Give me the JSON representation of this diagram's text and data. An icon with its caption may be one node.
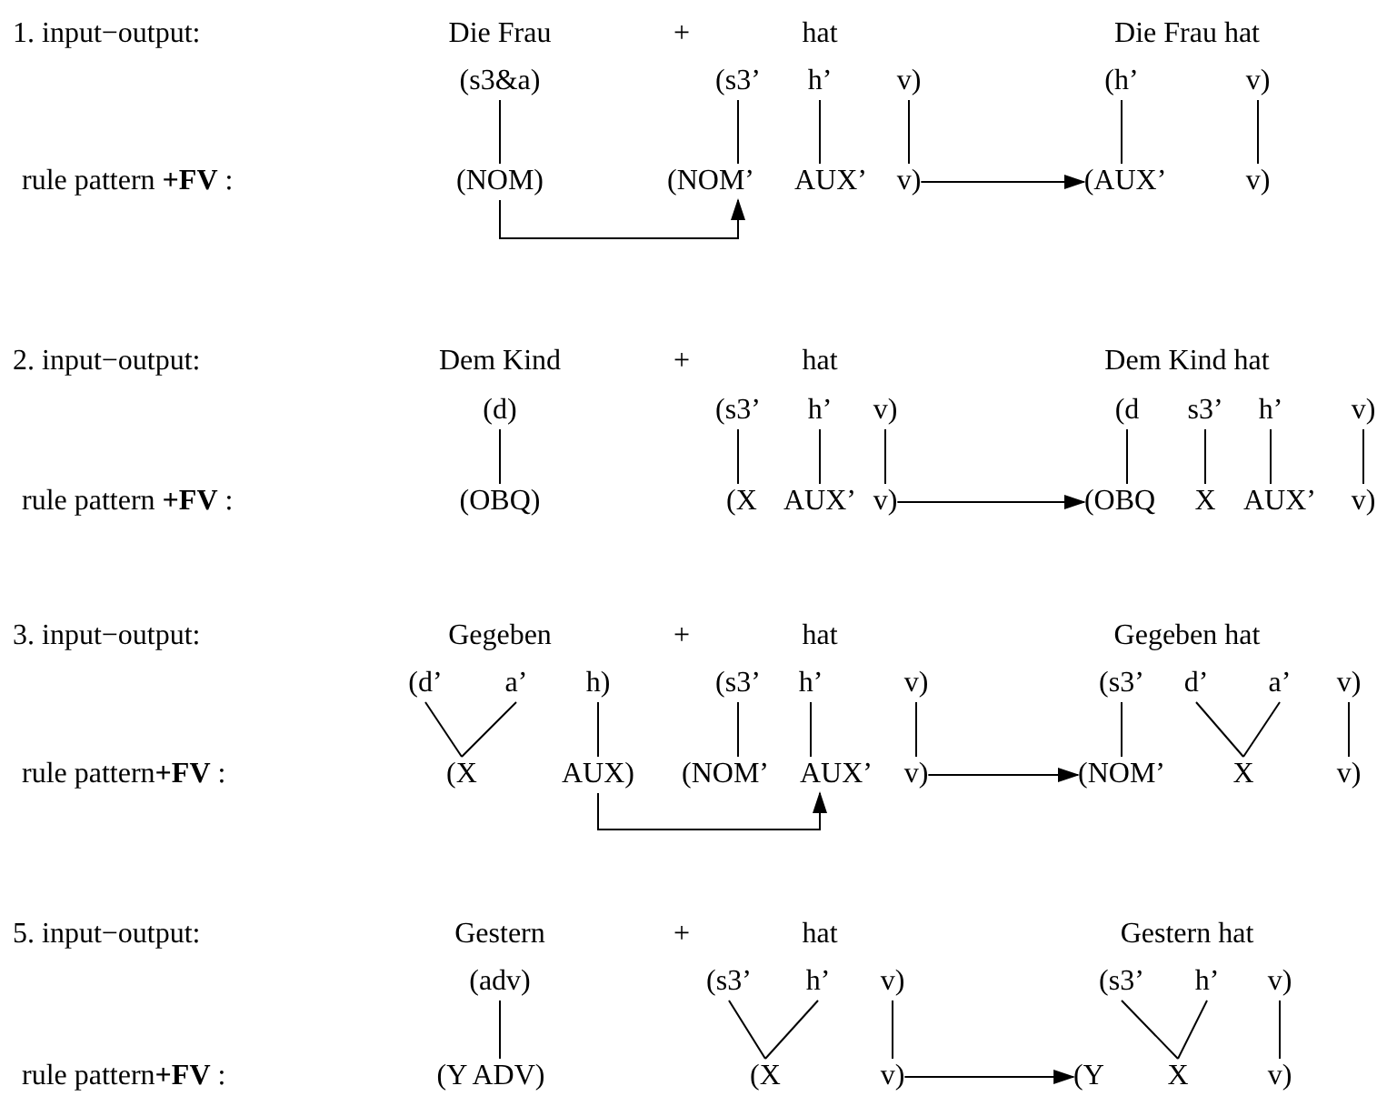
{
  "diagram": {
    "nodes": [
      {
        "text": [
          "(s3&a)"
        ]
      },
      {
        "text": [
          "(s3’"
        ]
      },
      {
        "text": [
          "h’"
        ]
      },
      {
        "text": [
          "v)"
        ]
      },
      {
        "text": [
          "(h’"
        ]
      },
      {
        "text": [
          "v)"
        ]
      },
      {
        "text": [
          "(NOM)"
        ]
      },
      {
        "text": [
          "(NOM’"
        ]
      },
      {
        "text": [
          "AUX’"
        ]
      },
      {
        "text": [
          "v)"
        ]
      },
      {
        "text": [
          "(AUX’"
        ]
      },
      {
        "text": [
          "v)"
        ]
      },
      {
        "text": [
          "(d)"
        ]
      },
      {
        "text": [
          "(s3’"
        ]
      },
      {
        "text": [
          "h’"
        ]
      },
      {
        "text": [
          "v)"
        ]
      },
      {
        "text": [
          "(d"
        ]
      },
      {
        "text": [
          "s3’"
        ]
      },
      {
        "text": [
          "h’"
        ]
      },
      {
        "text": [
          "v)"
        ]
      },
      {
        "text": [
          "(OBQ)"
        ]
      },
      {
        "text": [
          "(X"
        ]
      },
      {
        "text": [
          "AUX’"
        ]
      },
      {
        "text": [
          "v)"
        ]
      },
      {
        "text": [
          "(OBQ"
        ]
      },
      {
        "text": [
          "X"
        ]
      },
      {
        "text": [
          "AUX’"
        ]
      },
      {
        "text": [
          "v)"
        ]
      },
      {
        "text": [
          "(d’"
        ]
      },
      {
        "text": [
          "a’"
        ]
      },
      {
        "text": [
          "h)"
        ]
      },
      {
        "text": [
          "(s3’"
        ]
      },
      {
        "text": [
          "h’"
        ]
      },
      {
        "text": [
          "v)"
        ]
      },
      {
        "text": [
          "(s3’"
        ]
      },
      {
        "text": [
          "d’"
        ]
      },
      {
        "text": [
          "a’"
        ]
      },
      {
        "text": [
          "v)"
        ]
      },
      {
        "text": [
          "(X"
        ]
      },
      {
        "text": [
          "AUX)"
        ]
      },
      {
        "text": [
          "(NOM’"
        ]
      },
      {
        "text": [
          "AUX’"
        ]
      },
      {
        "text": [
          "v)"
        ]
      },
      {
        "text": [
          "(NOM’"
        ]
      },
      {
        "text": [
          "X"
        ]
      },
      {
        "text": [
          "v)"
        ]
      },
      {
        "text": [
          "(adv)"
        ]
      },
      {
        "text": [
          "(s3’"
        ]
      },
      {
        "text": [
          "h’"
        ]
      },
      {
        "text": [
          "v)"
        ]
      },
      {
        "text": [
          "(s3’"
        ]
      },
      {
        "text": [
          "h’"
        ]
      },
      {
        "text": [
          "v)"
        ]
      },
      {
        "text": [
          "(Y ADV)"
        ]
      },
      {
        "text": [
          "(X"
        ]
      },
      {
        "text": [
          "v)"
        ]
      },
      {
        "text": [
          "(Y"
        ]
      },
      {
        "text": [
          "X"
        ]
      },
      {
        "text": [
          "v)"
        ]
      }
    ],
    "edges": [
      {
        "from": 0,
        "to": 6,
        "arrow": "none"
      },
      {
        "from": 1,
        "to": 7,
        "arrow": "none"
      },
      {
        "from": 2,
        "to": 8,
        "arrow": "none"
      },
      {
        "from": 3,
        "to": 9,
        "arrow": "none"
      },
      {
        "from": 4,
        "to": 10,
        "arrow": "none"
      },
      {
        "from": 5,
        "to": 11,
        "arrow": "none"
      },
      {
        "from": 6,
        "to": 7,
        "arrow": "to"
      },
      {
        "from": 9,
        "to": 10,
        "arrow": "to"
      },
      {
        "from": 12,
        "to": 20,
        "arrow": "none"
      },
      {
        "from": 13,
        "to": 21,
        "arrow": "none"
      },
      {
        "from": 14,
        "to": 22,
        "arrow": "none"
      },
      {
        "from": 15,
        "to": 23,
        "arrow": "none"
      },
      {
        "from": 16,
        "to": 24,
        "arrow": "none"
      },
      {
        "from": 17,
        "to": 25,
        "arrow": "none"
      },
      {
        "from": 18,
        "to": 26,
        "arrow": "none"
      },
      {
        "from": 19,
        "to": 27,
        "arrow": "none"
      },
      {
        "from": 23,
        "to": 24,
        "arrow": "to"
      },
      {
        "from": 28,
        "to": 38,
        "arrow": "none"
      },
      {
        "from": 29,
        "to": 38,
        "arrow": "none"
      },
      {
        "from": 30,
        "to": 39,
        "arrow": "none"
      },
      {
        "from": 31,
        "to": 40,
        "arrow": "none"
      },
      {
        "from": 32,
        "to": 41,
        "arrow": "none"
      },
      {
        "from": 33,
        "to": 42,
        "arrow": "none"
      },
      {
        "from": 34,
        "to": 43,
        "arrow": "none"
      },
      {
        "from": 35,
        "to": 44,
        "arrow": "none"
      },
      {
        "from": 36,
        "to": 44,
        "arrow": "none"
      },
      {
        "from": 37,
        "to": 45,
        "arrow": "none"
      },
      {
        "from": 39,
        "to": 41,
        "arrow": "to"
      },
      {
        "from": 42,
        "to": 43,
        "arrow": "to"
      },
      {
        "from": 46,
        "to": 53,
        "arrow": "none"
      },
      {
        "from": 47,
        "to": 54,
        "arrow": "none"
      },
      {
        "from": 48,
        "to": 54,
        "arrow": "none"
      },
      {
        "from": 49,
        "to": 55,
        "arrow": "none"
      },
      {
        "from": 50,
        "to": 57,
        "arrow": "none"
      },
      {
        "from": 51,
        "to": 57,
        "arrow": "none"
      },
      {
        "from": 52,
        "to": 58,
        "arrow": "none"
      },
      {
        "from": 55,
        "to": 56,
        "arrow": "to"
      }
    ],
    "labels": [
      "1. input−output:",
      "Die Frau",
      "+",
      "hat",
      "Die Frau hat",
      "rule pattern **+FV** :",
      "2. input−output:",
      "Dem Kind",
      "+",
      "hat",
      "Dem Kind hat",
      "rule pattern **+FV** :",
      "3. input−output:",
      "Gegeben",
      "+",
      "hat",
      "Gegeben hat",
      "rule pattern**+FV** :",
      "5. input−output:",
      "Gestern",
      "+",
      "hat",
      "Gestern hat",
      "rule pattern**+FV** :"
    ]
  }
}
